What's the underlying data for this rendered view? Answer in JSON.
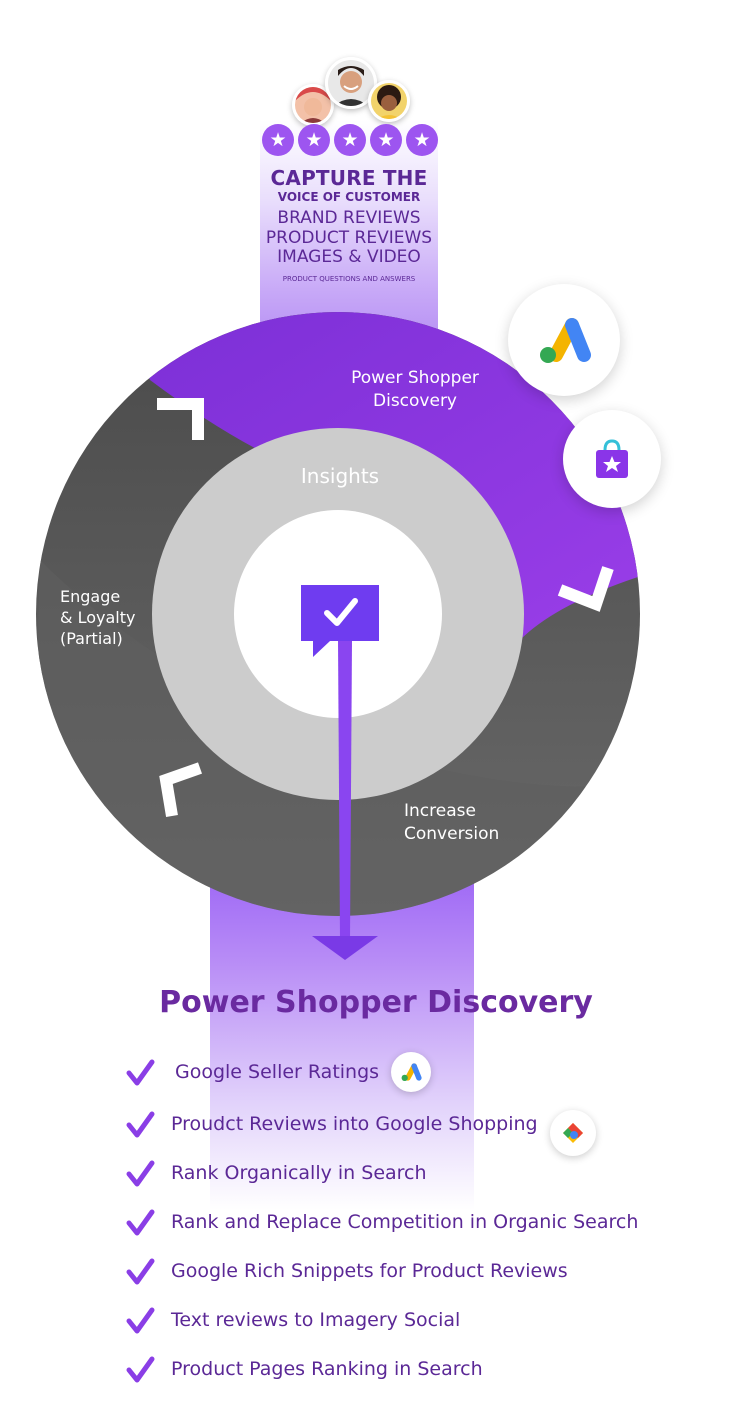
{
  "capture": {
    "title": "CAPTURE THE",
    "subtitle": "VOICE OF CUSTOMER",
    "lines": [
      "BRAND REVIEWS",
      "PRODUCT REVIEWS",
      "IMAGES & VIDEO"
    ],
    "small": "PRODUCT QUESTIONS AND ANSWERS",
    "stars": 5
  },
  "wheel": {
    "segments": [
      {
        "label_lines": [
          "Power Shopper",
          "Discovery"
        ]
      },
      {
        "label_lines": [
          "Increase",
          "Conversion"
        ]
      },
      {
        "label_lines": [
          "Engage",
          "& Loyalty",
          "(Partial)"
        ]
      }
    ],
    "inner_label": "Insights",
    "colors": {
      "purple": "#8a32e0",
      "gray": "#5a5a5a",
      "inner": "#cfcfcf"
    }
  },
  "badges": [
    {
      "icon": "google-ads-icon"
    },
    {
      "icon": "shopping-bag-star-icon"
    }
  ],
  "discovery": {
    "title": "Power Shopper Discovery",
    "items": [
      {
        "label": "Google Seller Ratings",
        "icon": "google-ads-icon"
      },
      {
        "label": "Proudct Reviews into Google Shopping",
        "icon": "google-shopping-icon"
      },
      {
        "label": "Rank Organically in Search"
      },
      {
        "label": "Rank and Replace Competition in Organic Search"
      },
      {
        "label": "Google Rich Snippets for Product Reviews"
      },
      {
        "label": "Text reviews to Imagery Social"
      },
      {
        "label": "Product Pages Ranking in Search"
      }
    ]
  }
}
